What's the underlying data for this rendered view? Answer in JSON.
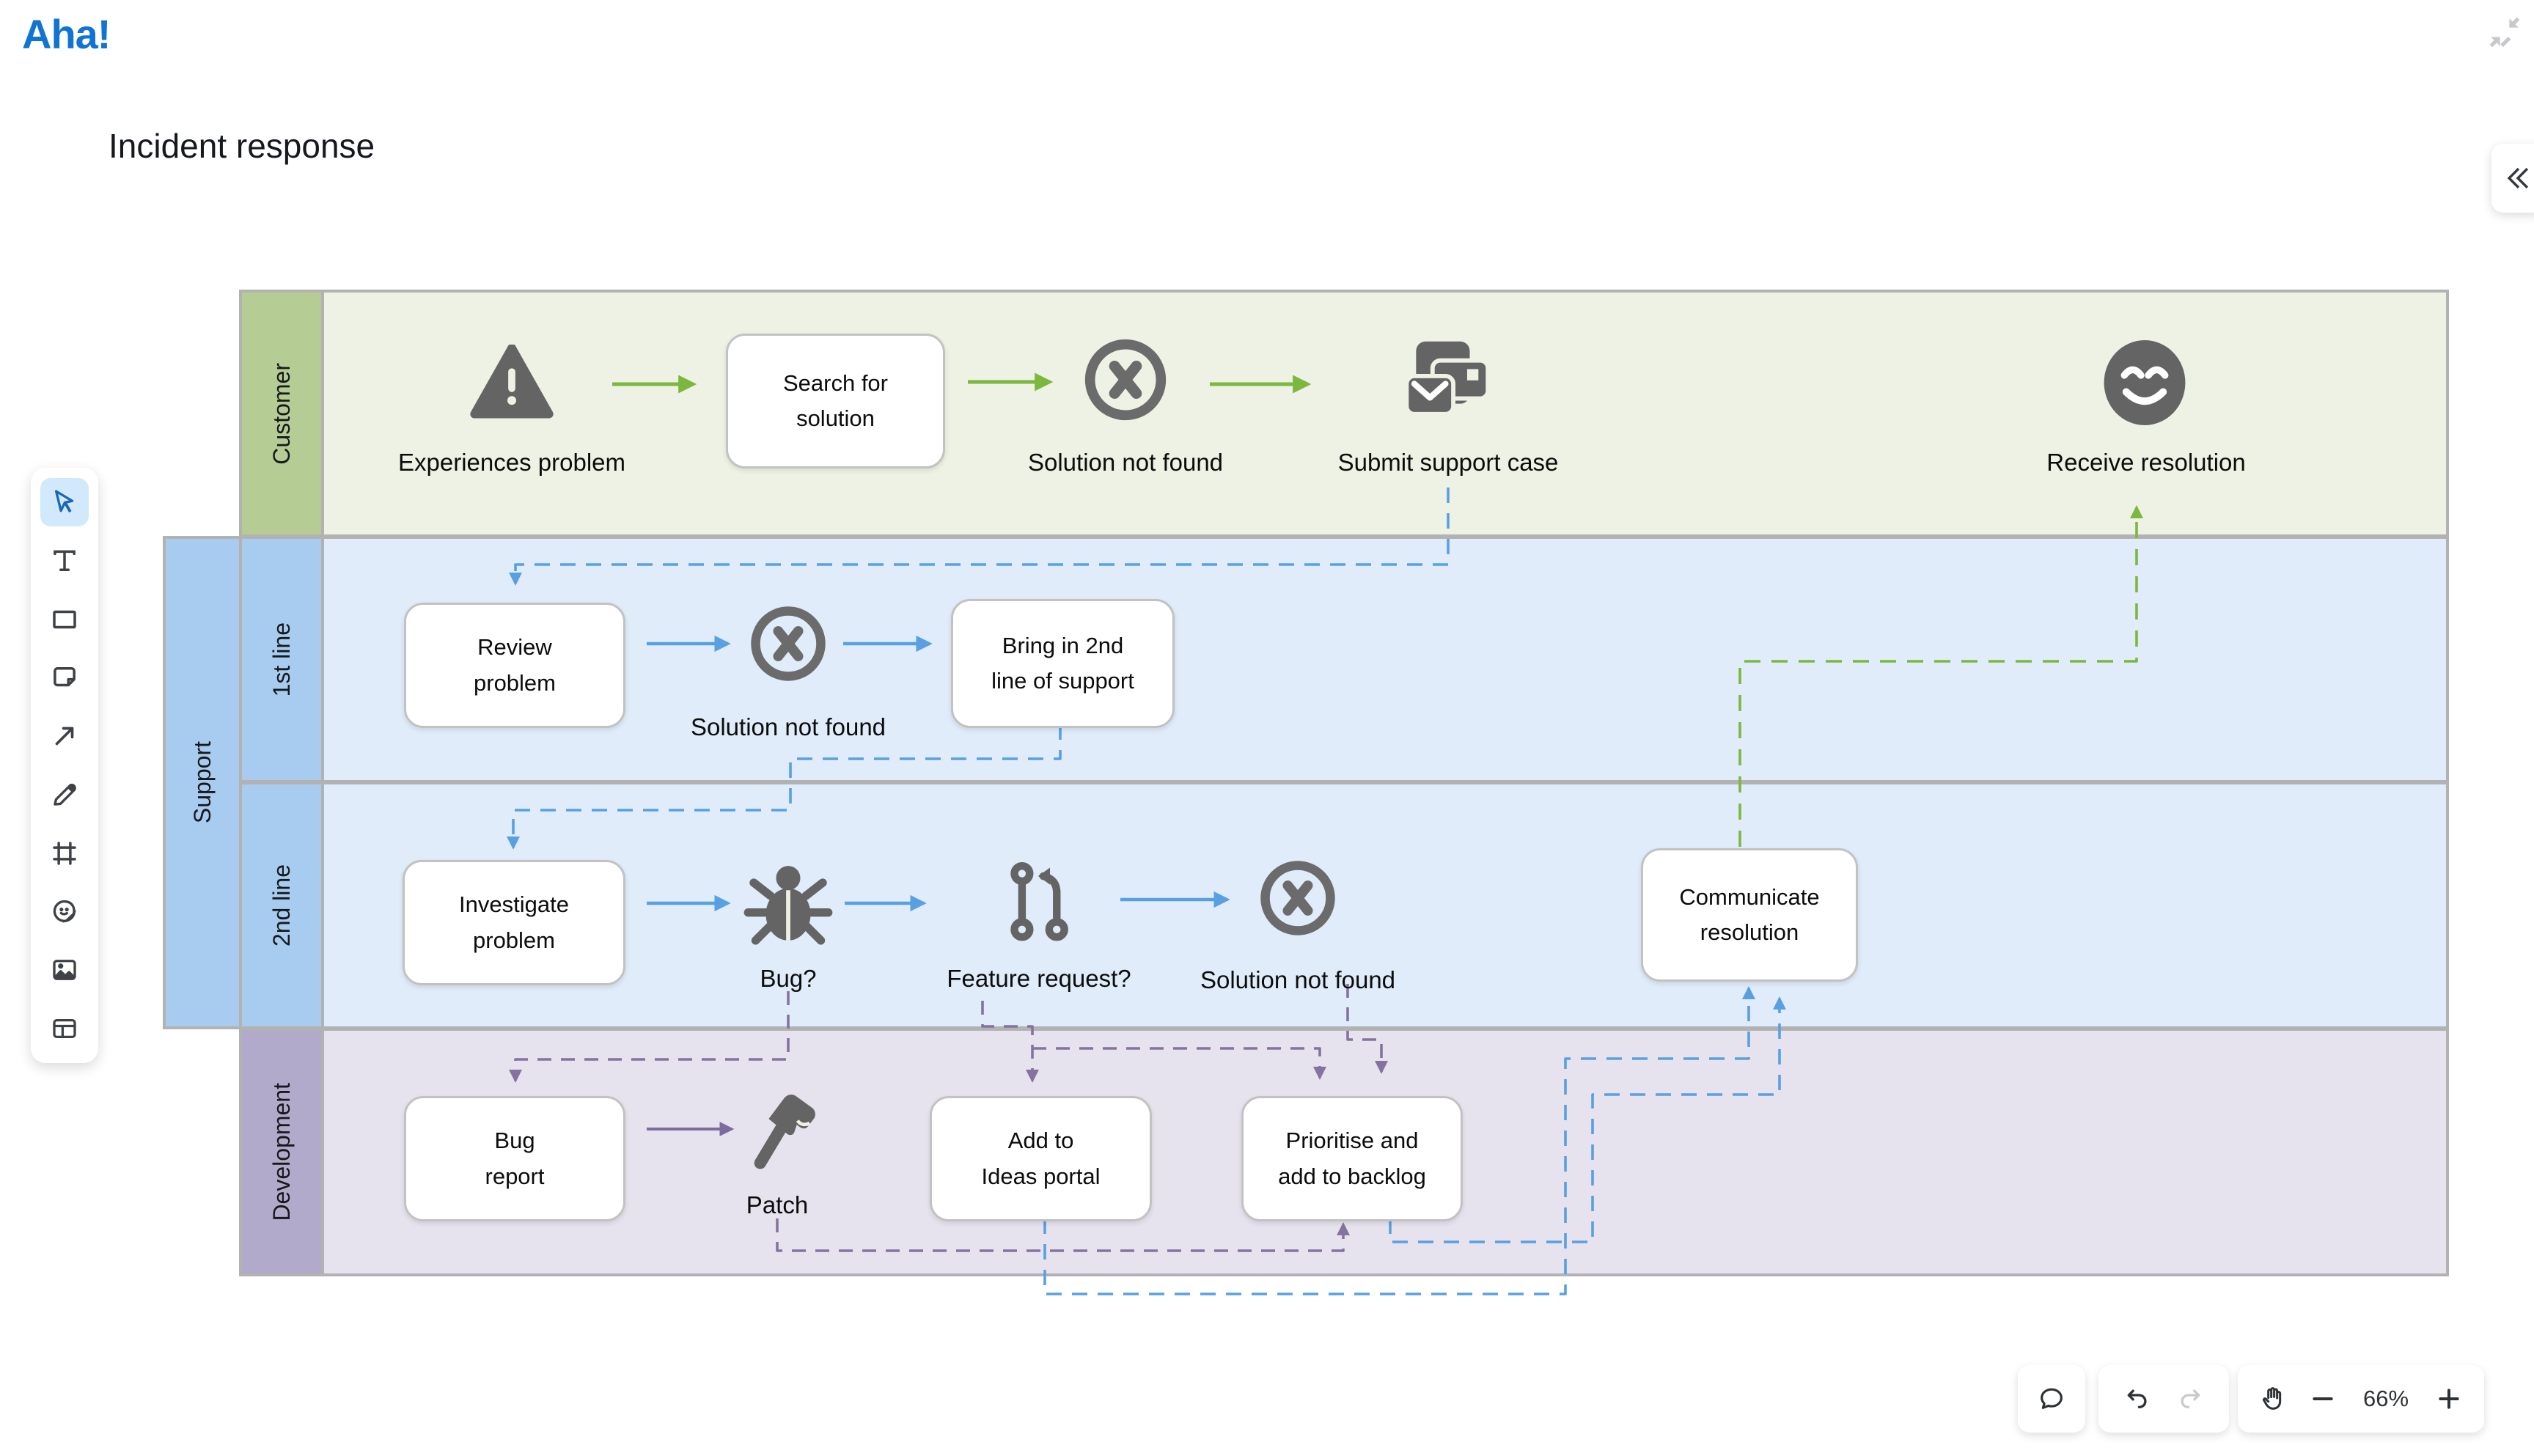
{
  "app": {
    "logo_text": "Aha!",
    "board_title": "Incident response"
  },
  "top_right": {
    "minimize_icon": "compress-arrows-icon",
    "collapse_panel_icon": "double-chevron-left-icon"
  },
  "tool_sidebar": {
    "items": [
      {
        "id": "select",
        "icon": "cursor-icon",
        "selected": true
      },
      {
        "id": "text",
        "icon": "text-icon",
        "selected": false
      },
      {
        "id": "shape",
        "icon": "rectangle-icon",
        "selected": false
      },
      {
        "id": "sticky-note",
        "icon": "sticky-note-icon",
        "selected": false
      },
      {
        "id": "connector",
        "icon": "arrow-up-right-icon",
        "selected": false
      },
      {
        "id": "draw",
        "icon": "pencil-icon",
        "selected": false
      },
      {
        "id": "frame",
        "icon": "frame-icon",
        "selected": false
      },
      {
        "id": "sticker",
        "icon": "sticker-smiley-icon",
        "selected": false
      },
      {
        "id": "image",
        "icon": "image-icon",
        "selected": false
      },
      {
        "id": "table",
        "icon": "table-icon",
        "selected": false
      }
    ]
  },
  "lanes": {
    "customer": {
      "label": "Customer"
    },
    "support": {
      "label": "Support"
    },
    "first_line": {
      "label": "1st line"
    },
    "second_line": {
      "label": "2nd line"
    },
    "development": {
      "label": "Development"
    }
  },
  "nodes": {
    "experiences": {
      "label": "Experiences problem",
      "icon": "warning-triangle-icon"
    },
    "search": {
      "label": "Search for\nsolution"
    },
    "not_found_customer": {
      "label": "Solution not found",
      "icon": "x-circle-icon"
    },
    "submit": {
      "label": "Submit support case",
      "icon": "support-case-icon"
    },
    "receive": {
      "label": "Receive resolution",
      "icon": "smiley-face-icon"
    },
    "review": {
      "label": "Review\nproblem"
    },
    "not_found_first": {
      "label": "Solution not found",
      "icon": "x-circle-icon"
    },
    "bring": {
      "label": "Bring in 2nd\nline of support"
    },
    "investigate": {
      "label": "Investigate\nproblem"
    },
    "bug": {
      "label": "Bug?",
      "icon": "bug-icon"
    },
    "feature": {
      "label": "Feature request?",
      "icon": "pull-request-icon"
    },
    "not_found_second": {
      "label": "Solution not found",
      "icon": "x-circle-icon"
    },
    "communicate": {
      "label": "Communicate\nresolution"
    },
    "bug_report": {
      "label": "Bug\nreport"
    },
    "patch": {
      "label": "Patch",
      "icon": "hammer-icon"
    },
    "add_ideas": {
      "label": "Add to\nIdeas portal"
    },
    "prioritise": {
      "label": "Prioritise and\nadd to backlog"
    }
  },
  "connectors": [
    {
      "from": "experiences",
      "to": "search",
      "style": "solid",
      "color": "green"
    },
    {
      "from": "search",
      "to": "not_found_customer",
      "style": "solid",
      "color": "green"
    },
    {
      "from": "not_found_customer",
      "to": "submit",
      "style": "solid",
      "color": "green"
    },
    {
      "from": "submit",
      "to": "review",
      "style": "dashed",
      "color": "blue"
    },
    {
      "from": "review",
      "to": "not_found_first",
      "style": "solid",
      "color": "blue"
    },
    {
      "from": "not_found_first",
      "to": "bring",
      "style": "solid",
      "color": "blue"
    },
    {
      "from": "bring",
      "to": "investigate",
      "style": "dashed",
      "color": "blue"
    },
    {
      "from": "investigate",
      "to": "bug",
      "style": "solid",
      "color": "blue"
    },
    {
      "from": "bug",
      "to": "feature",
      "style": "solid",
      "color": "blue"
    },
    {
      "from": "feature",
      "to": "not_found_second",
      "style": "solid",
      "color": "blue"
    },
    {
      "from": "bug",
      "to": "bug_report",
      "style": "dashed",
      "color": "purple"
    },
    {
      "from": "feature",
      "to": "add_ideas",
      "style": "dashed",
      "color": "purple"
    },
    {
      "from": "feature",
      "to": "prioritise",
      "style": "dashed",
      "color": "purple"
    },
    {
      "from": "not_found_second",
      "to": "prioritise",
      "style": "dashed",
      "color": "purple"
    },
    {
      "from": "bug_report",
      "to": "patch",
      "style": "solid",
      "color": "purple"
    },
    {
      "from": "patch",
      "to": "prioritise",
      "style": "dashed",
      "color": "purple"
    },
    {
      "from": "add_ideas",
      "to": "communicate",
      "style": "dashed",
      "color": "blue"
    },
    {
      "from": "prioritise",
      "to": "communicate",
      "style": "dashed",
      "color": "blue"
    },
    {
      "from": "communicate",
      "to": "receive",
      "style": "dashed",
      "color": "green"
    }
  ],
  "footer_controls": {
    "comment_icon": "speech-bubble-icon",
    "undo_icon": "undo-icon",
    "redo_icon": "redo-icon",
    "pan_icon": "hand-icon",
    "zoom_out_icon": "minus-icon",
    "zoom_level": "66%",
    "zoom_in_icon": "plus-icon"
  },
  "colors": {
    "brand_blue": "#1174d2",
    "lane_border": "#b2b2b2",
    "customer_header": "#b5cd95",
    "customer_body": "#eef2e4",
    "support_header": "#a8ccf0",
    "support_body": "#e0ecfa",
    "development_header": "#b2aaca",
    "development_body": "#e7e3ee",
    "arrow_green": "#7cb73e",
    "arrow_blue": "#58a0e2",
    "arrow_purple": "#85739f",
    "icon_gray": "#646464"
  }
}
